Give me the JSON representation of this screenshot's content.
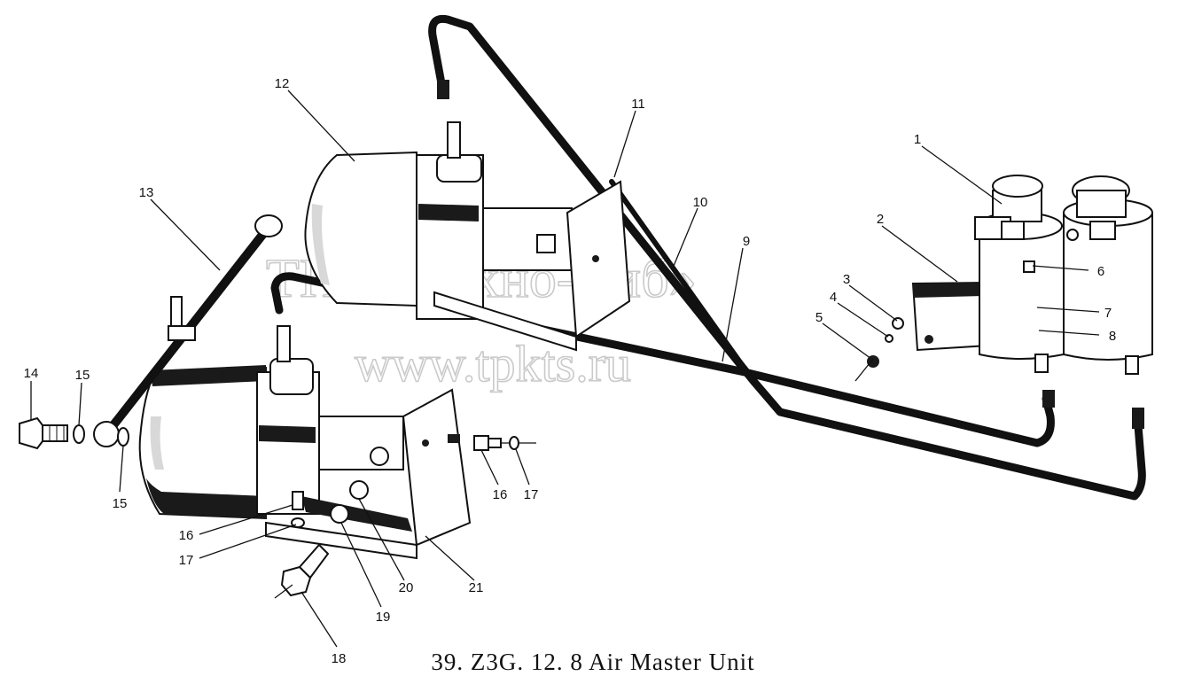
{
  "caption": "39. Z3G. 12. 8   Air Master Unit",
  "watermark": {
    "line1": "ТПК «Техно-Сиб»",
    "line2": "www.tpkts.ru"
  },
  "callouts": {
    "c1": "1",
    "c2": "2",
    "c3": "3",
    "c4": "4",
    "c5": "5",
    "c6": "6",
    "c7": "7",
    "c8": "8",
    "c9": "9",
    "c10": "10",
    "c11": "11",
    "c12": "12",
    "c13": "13",
    "c14": "14",
    "c15a": "15",
    "c15b": "15",
    "c16a": "16",
    "c16b": "16",
    "c17a": "17",
    "c17b": "17",
    "c18": "18",
    "c19": "19",
    "c20": "20",
    "c21": "21"
  }
}
